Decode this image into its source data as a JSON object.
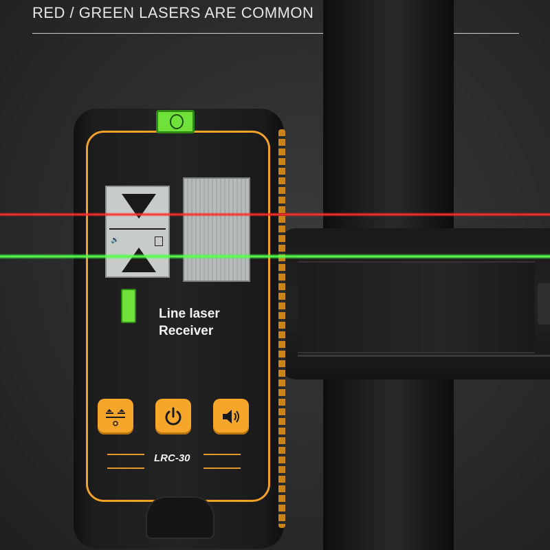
{
  "headline": "RED / GREEN LASERS ARE COMMON",
  "device": {
    "label_line1": "Line laser",
    "label_line2": "Receiver",
    "model": "LRC-30",
    "buttons": [
      {
        "icon": "precision-toggle-icon"
      },
      {
        "icon": "power-icon"
      },
      {
        "icon": "volume-icon"
      }
    ]
  },
  "colors": {
    "accent": "#f5a62b",
    "red_laser": "#ff3b3b",
    "green_laser": "#7bff5a",
    "vial": "#6fe13a"
  }
}
